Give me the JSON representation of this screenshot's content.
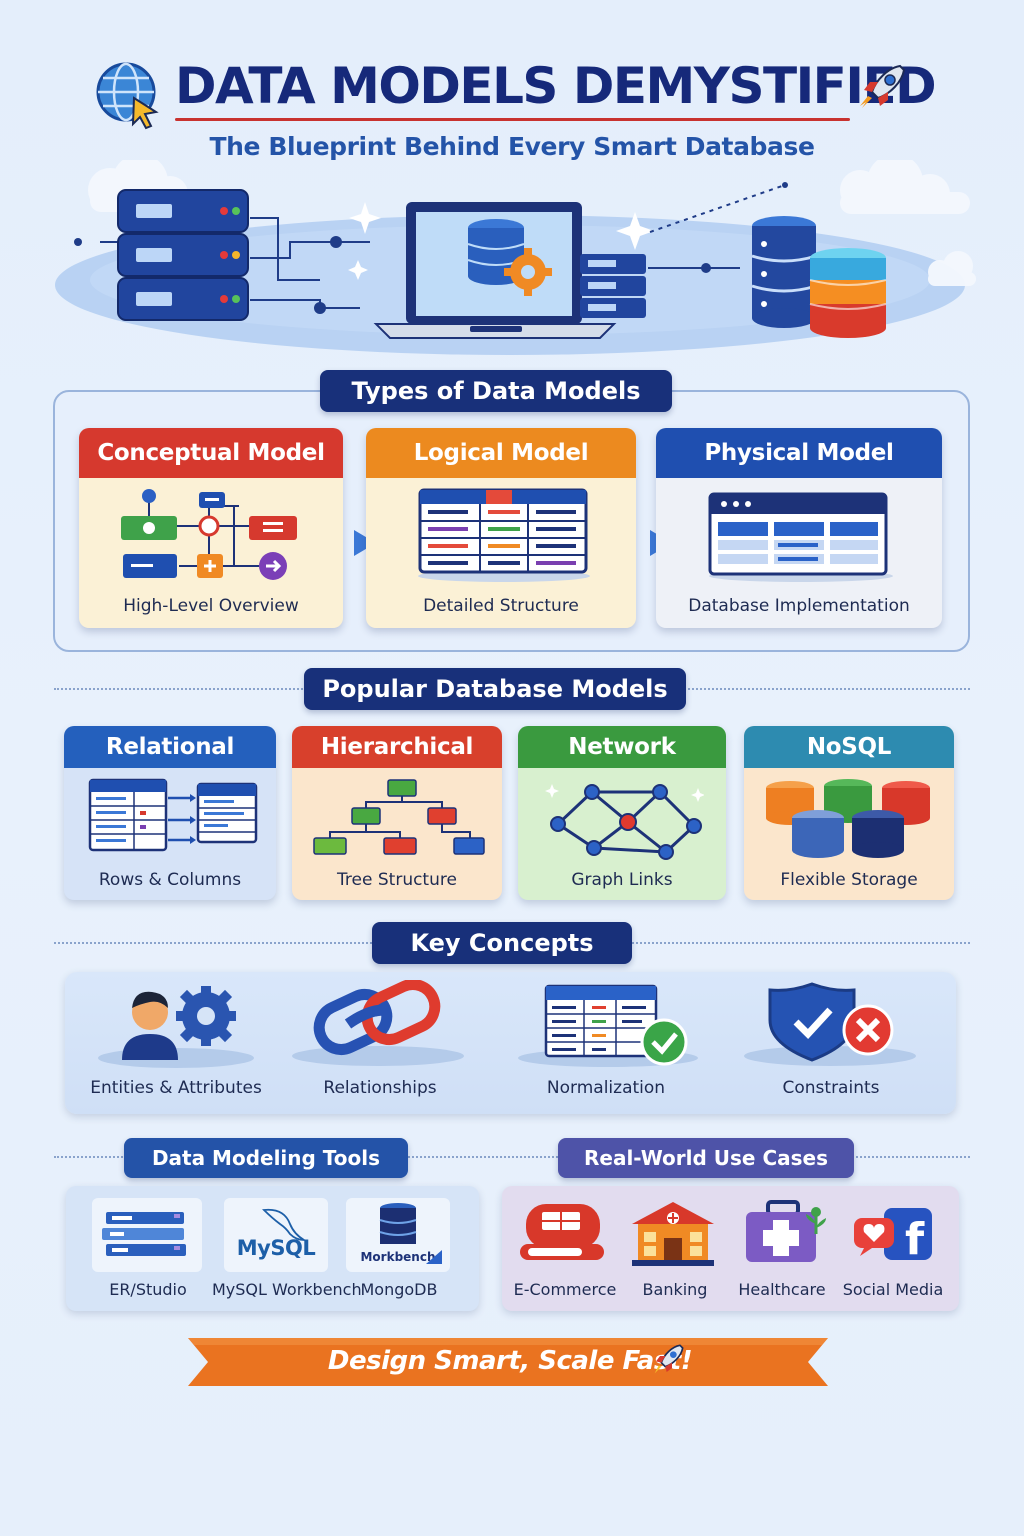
{
  "header": {
    "title": "DATA MODELS DEMYSTIFIED",
    "subtitle": "The Blueprint Behind Every Smart Database"
  },
  "types_section": {
    "heading": "Types of Data Models",
    "cards": [
      {
        "title": "Conceptual Model",
        "caption": "High-Level Overview",
        "color": "#d6392e"
      },
      {
        "title": "Logical Model",
        "caption": "Detailed Structure",
        "color": "#ec8a1f"
      },
      {
        "title": "Physical Model",
        "caption": "Database Implementation",
        "color": "#1f4fb0"
      }
    ]
  },
  "popular_section": {
    "heading": "Popular Database Models",
    "cards": [
      {
        "title": "Relational",
        "caption": "Rows & Columns",
        "color": "#2460bd"
      },
      {
        "title": "Hierarchical",
        "caption": "Tree Structure",
        "color": "#d8402c"
      },
      {
        "title": "Network",
        "caption": "Graph Links",
        "color": "#3a9a3f"
      },
      {
        "title": "NoSQL",
        "caption": "Flexible Storage",
        "color": "#2d8bb0"
      }
    ]
  },
  "concepts_section": {
    "heading": "Key Concepts",
    "items": [
      {
        "label": "Entities & Attributes",
        "icon": "person-gear-icon"
      },
      {
        "label": "Relationships",
        "icon": "chain-link-icon"
      },
      {
        "label": "Normalization",
        "icon": "table-check-icon"
      },
      {
        "label": "Constraints",
        "icon": "shield-x-icon"
      }
    ]
  },
  "tools_section": {
    "heading": "Data Modeling Tools",
    "items": [
      {
        "label": "ER/Studio",
        "logo_text": ""
      },
      {
        "label": "MySQL Workbench",
        "logo_text": "MySQL"
      },
      {
        "label": "MongoDB",
        "logo_text": "Morkbench"
      }
    ]
  },
  "uses_section": {
    "heading": "Real-World Use Cases",
    "items": [
      {
        "label": "E-Commerce",
        "icon": "shop-icon"
      },
      {
        "label": "Banking",
        "icon": "bank-icon"
      },
      {
        "label": "Healthcare",
        "icon": "medical-kit-icon"
      },
      {
        "label": "Social Media",
        "icon": "social-icon"
      }
    ]
  },
  "banner": {
    "text": "Design Smart, Scale Fast!",
    "color": "#ea7320"
  },
  "colors": {
    "navy": "#18307a",
    "accent_red": "#c8322f",
    "panel_border": "#9ab4dc"
  }
}
